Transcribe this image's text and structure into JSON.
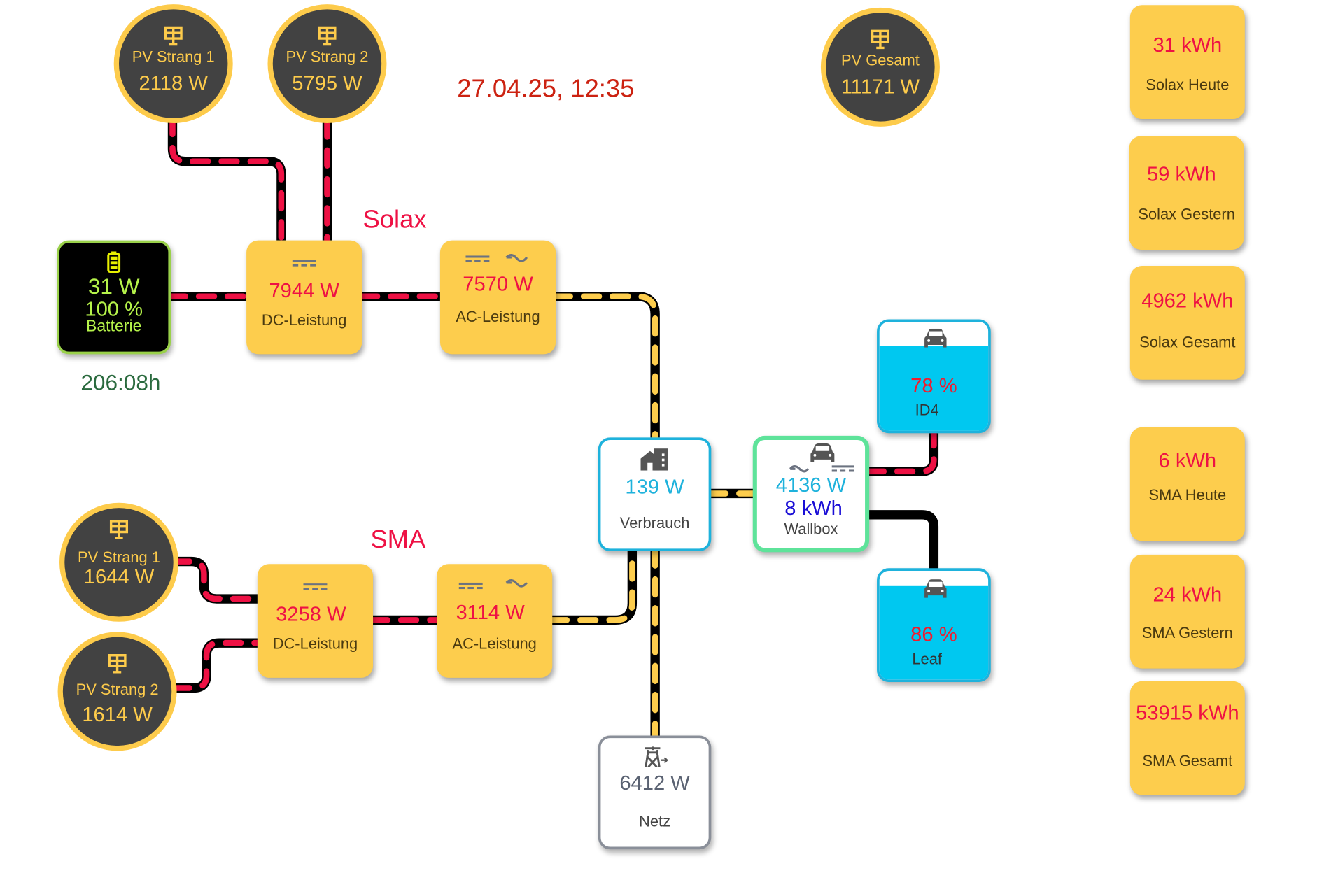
{
  "header": {
    "datetime": "27.04.25, 12:35"
  },
  "colors": {
    "yellow": "#fdcd4d",
    "red": "#ee1144",
    "dark": "#424242",
    "cyan": "#00c8f0",
    "green": "#5ee39a"
  },
  "solax": {
    "title": "Solax",
    "pv1": {
      "label": "PV Strang 1",
      "value": "2118 W",
      "icon": "solar-panel-icon"
    },
    "pv2": {
      "label": "PV Strang 2",
      "value": "5795 W",
      "icon": "solar-panel-icon"
    },
    "dc": {
      "value": "7944 W",
      "label": "DC-Leistung",
      "icon": "dc-icon"
    },
    "ac": {
      "value": "7570 W",
      "label": "AC-Leistung",
      "icon": "dc-ac-icon"
    }
  },
  "battery": {
    "power": "31 W",
    "soc": "100 %",
    "label": "Batterie",
    "remaining": "206:08h",
    "icon": "battery-icon"
  },
  "pv_total": {
    "label": "PV Gesamt",
    "value": "11171 W",
    "icon": "solar-panel-icon"
  },
  "sma": {
    "title": "SMA",
    "pv1": {
      "label": "PV Strang 1",
      "value": "1644 W",
      "icon": "solar-panel-icon"
    },
    "pv2": {
      "label": "PV Strang 2",
      "value": "1614 W",
      "icon": "solar-panel-icon"
    },
    "dc": {
      "value": "3258 W",
      "label": "DC-Leistung",
      "icon": "dc-icon"
    },
    "ac": {
      "value": "3114 W",
      "label": "AC-Leistung",
      "icon": "dc-ac-icon"
    }
  },
  "consumption": {
    "value": "139 W",
    "label": "Verbrauch",
    "icon": "house-icon"
  },
  "wallbox": {
    "power": "4136 W",
    "energy": "8 kWh",
    "label": "Wallbox",
    "icon": "car-charger-icon"
  },
  "cars": [
    {
      "label": "ID4",
      "soc": "78 %",
      "soc_fraction": 0.78,
      "icon": "car-icon"
    },
    {
      "label": "Leaf",
      "soc": "86 %",
      "soc_fraction": 0.86,
      "icon": "car-icon"
    }
  ],
  "grid": {
    "value": "6412 W",
    "label": "Netz",
    "icon": "power-tower-icon"
  },
  "stats": [
    {
      "value": "31 kWh",
      "label": "Solax Heute"
    },
    {
      "value": "59 kWh",
      "label": "Solax Gestern"
    },
    {
      "value": "4962 kWh",
      "label": "Solax Gesamt"
    },
    {
      "value": "6 kWh",
      "label": "SMA Heute"
    },
    {
      "value": "24 kWh",
      "label": "SMA Gestern"
    },
    {
      "value": "53915 kWh",
      "label": "SMA Gesamt"
    }
  ]
}
